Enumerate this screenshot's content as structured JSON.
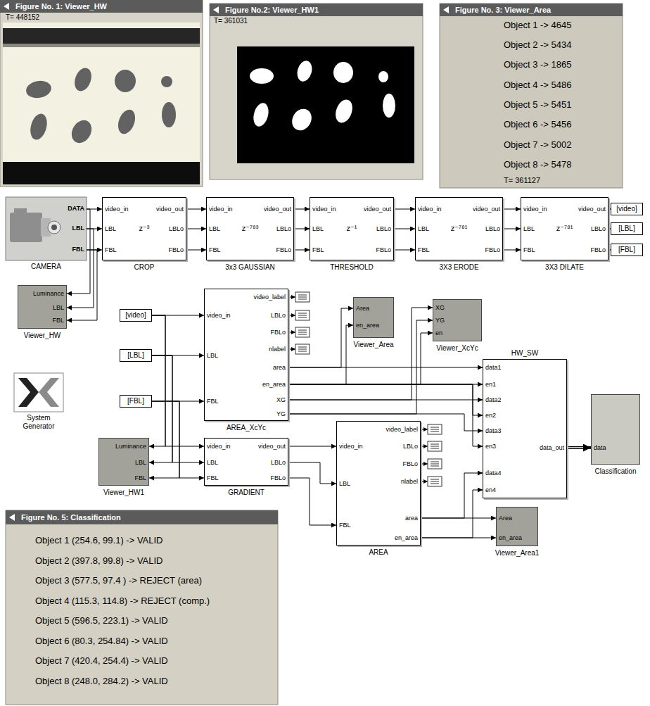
{
  "diagram": {
    "nodes": [
      {
        "text": [
          "Figure No. 1: Viewer_HW",
          "T= 448152"
        ]
      },
      {
        "text": [
          "Figure No.2: Viewer_HW1",
          "T= 361031"
        ]
      },
      {
        "text": [
          "Figure No. 3: Viewer_Area",
          "Object 1 -> 4645",
          "Object 2 -> 5434",
          "Object 3 -> 1865",
          "Object 4 -> 5486",
          "Object 5 -> 5451",
          "Object 6 -> 5456",
          "Object 7 -> 5002",
          "Object 8 -> 5478",
          "T= 361127"
        ]
      },
      {
        "text": [
          "CAMERA",
          "DATA",
          "LBL",
          "FBL"
        ]
      },
      {
        "text": [
          "CROP",
          "video_in",
          "LBL",
          "FBL",
          "video_out",
          "LBLo",
          "FBLo",
          "z⁻³"
        ]
      },
      {
        "text": [
          "3x3 GAUSSIAN",
          "video_in",
          "LBL",
          "FBL",
          "video_out",
          "LBLo",
          "FBLo",
          "z⁻⁷⁸³"
        ]
      },
      {
        "text": [
          "THRESHOLD",
          "video_in",
          "LBL",
          "FBL",
          "video_out",
          "LBLo",
          "FBLo",
          "z⁻¹"
        ]
      },
      {
        "text": [
          "3X3 ERODE",
          "video_in",
          "LBL",
          "FBL",
          "video_out",
          "LBLo",
          "FBLo",
          "z⁻⁷⁸¹"
        ]
      },
      {
        "text": [
          "3X3 DILATE",
          "video_in",
          "LBL",
          "FBL",
          "video_out",
          "LBLo",
          "FBLo",
          "z⁻⁷⁸¹"
        ]
      },
      {
        "text": [
          "[video]"
        ]
      },
      {
        "text": [
          "[LBL]"
        ]
      },
      {
        "text": [
          "[FBL]"
        ]
      },
      {
        "text": [
          "Viewer_HW",
          "Luminance",
          "LBL",
          "FBL"
        ]
      },
      {
        "text": [
          "[video]"
        ]
      },
      {
        "text": [
          "AREA_XcYc",
          "video_in",
          "LBL",
          "FBL",
          "video_label",
          "LBLo",
          "FBLo",
          "nlabel",
          "area",
          "en_area",
          "XG",
          "YG"
        ]
      },
      {
        "text": [
          "Viewer_Area",
          "Area",
          "en_area"
        ]
      },
      {
        "text": [
          "Viewer_XcYc",
          "XG",
          "YG",
          "en"
        ]
      },
      {
        "text": [
          "HW_SW",
          "data1",
          "en1",
          "data2",
          "en2",
          "data3",
          "en3",
          "data4",
          "en4",
          "data_out"
        ]
      },
      {
        "text": [
          "[LBL]"
        ]
      },
      {
        "text": [
          "[FBL]"
        ]
      },
      {
        "text": [
          "System Generator"
        ]
      },
      {
        "text": [
          "Classification",
          "data"
        ]
      },
      {
        "text": [
          "Viewer_HW1",
          "Luminance",
          "LBL",
          "FBL"
        ]
      },
      {
        "text": [
          "GRADIENT",
          "video_in",
          "LBL",
          "FBL",
          "video_out",
          "LBLo",
          "FBLo"
        ]
      },
      {
        "text": [
          "AREA",
          "video_in",
          "LBL",
          "FBL",
          "video_label",
          "LBLo",
          "FBLo",
          "nlabel",
          "area",
          "en_area"
        ]
      },
      {
        "text": [
          "Viewer_Area1",
          "Area",
          "en_area"
        ]
      },
      {
        "text": [
          "Figure No. 5: Classification",
          "Object 1 (254.6, 99.1) -> VALID",
          "Object 2 (397.8, 99.8) -> VALID",
          "Object 3 (577.5, 97.4 ) -> REJECT (area)",
          "Object 4 (115.3, 114.8) -> REJECT (comp.)",
          "Object 5 (596.5, 223.1) -> VALID",
          "Object 6 (80.3, 254.84) -> VALID",
          "Object 7 (420.4, 254.4) -> VALID",
          "Object 8 (248.0, 284.2) -> VALID"
        ]
      }
    ],
    "edges": [
      {
        "from": 3,
        "to": 4,
        "arrow": "to"
      },
      {
        "from": 3,
        "to": 4,
        "arrow": "to"
      },
      {
        "from": 3,
        "to": 4,
        "arrow": "to"
      },
      {
        "from": 3,
        "to": 12,
        "arrow": "to"
      },
      {
        "from": 3,
        "to": 12,
        "arrow": "to"
      },
      {
        "from": 3,
        "to": 12,
        "arrow": "to"
      },
      {
        "from": 4,
        "to": 5,
        "arrow": "to"
      },
      {
        "from": 4,
        "to": 5,
        "arrow": "to"
      },
      {
        "from": 4,
        "to": 5,
        "arrow": "to"
      },
      {
        "from": 5,
        "to": 6,
        "arrow": "to"
      },
      {
        "from": 5,
        "to": 6,
        "arrow": "to"
      },
      {
        "from": 5,
        "to": 6,
        "arrow": "to"
      },
      {
        "from": 6,
        "to": 7,
        "arrow": "to"
      },
      {
        "from": 6,
        "to": 7,
        "arrow": "to"
      },
      {
        "from": 6,
        "to": 7,
        "arrow": "to"
      },
      {
        "from": 7,
        "to": 8,
        "arrow": "to"
      },
      {
        "from": 7,
        "to": 8,
        "arrow": "to"
      },
      {
        "from": 7,
        "to": 8,
        "arrow": "to"
      },
      {
        "from": 8,
        "to": 9,
        "arrow": "to"
      },
      {
        "from": 8,
        "to": 10,
        "arrow": "to"
      },
      {
        "from": 8,
        "to": 11,
        "arrow": "to"
      },
      {
        "from": 13,
        "to": 14,
        "arrow": "to"
      },
      {
        "from": 13,
        "to": 23,
        "arrow": "to"
      },
      {
        "from": 13,
        "to": 22,
        "arrow": "to"
      },
      {
        "from": 18,
        "to": 14,
        "arrow": "to"
      },
      {
        "from": 18,
        "to": 23,
        "arrow": "to"
      },
      {
        "from": 18,
        "to": 22,
        "arrow": "to"
      },
      {
        "from": 19,
        "to": 14,
        "arrow": "to"
      },
      {
        "from": 19,
        "to": 23,
        "arrow": "to"
      },
      {
        "from": 19,
        "to": 22,
        "arrow": "to"
      },
      {
        "from": 23,
        "to": 24,
        "arrow": "to"
      },
      {
        "from": 23,
        "to": 24,
        "arrow": "to"
      },
      {
        "from": 23,
        "to": 24,
        "arrow": "to"
      },
      {
        "from": 14,
        "to": 15,
        "arrow": "to"
      },
      {
        "from": 14,
        "to": 15,
        "arrow": "to"
      },
      {
        "from": 14,
        "to": 16,
        "arrow": "to"
      },
      {
        "from": 14,
        "to": 16,
        "arrow": "to"
      },
      {
        "from": 14,
        "to": 16,
        "arrow": "to"
      },
      {
        "from": 14,
        "to": 17,
        "arrow": "to"
      },
      {
        "from": 14,
        "to": 17,
        "arrow": "to"
      },
      {
        "from": 14,
        "to": 17,
        "arrow": "to"
      },
      {
        "from": 14,
        "to": 17,
        "arrow": "to"
      },
      {
        "from": 14,
        "to": 17,
        "arrow": "to"
      },
      {
        "from": 14,
        "to": 17,
        "arrow": "to"
      },
      {
        "from": 24,
        "to": 17,
        "arrow": "to"
      },
      {
        "from": 24,
        "to": 17,
        "arrow": "to"
      },
      {
        "from": 24,
        "to": 25,
        "arrow": "to"
      },
      {
        "from": 24,
        "to": 25,
        "arrow": "to"
      },
      {
        "from": 17,
        "to": 21,
        "arrow": "to"
      }
    ]
  }
}
